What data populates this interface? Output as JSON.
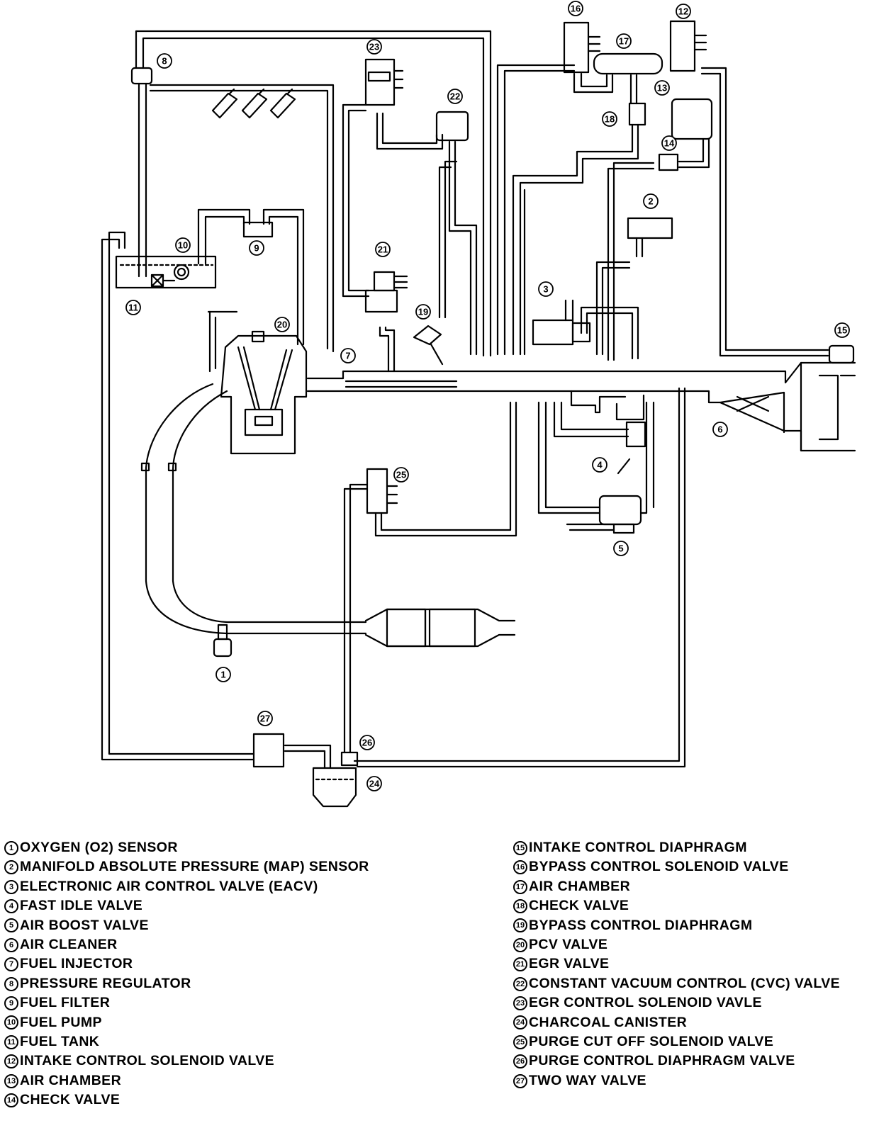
{
  "callouts": [
    "1",
    "2",
    "3",
    "4",
    "5",
    "6",
    "7",
    "8",
    "9",
    "10",
    "11",
    "12",
    "13",
    "14",
    "15",
    "16",
    "17",
    "18",
    "19",
    "20",
    "21",
    "22",
    "23",
    "24",
    "25",
    "26",
    "27"
  ],
  "legend_left": [
    {
      "num": "1",
      "label": "OXYGEN (O2) SENSOR"
    },
    {
      "num": "2",
      "label": "MANIFOLD ABSOLUTE PRESSURE (MAP) SENSOR"
    },
    {
      "num": "3",
      "label": "ELECTRONIC AIR CONTROL VALVE (EACV)"
    },
    {
      "num": "4",
      "label": "FAST IDLE VALVE"
    },
    {
      "num": "5",
      "label": "AIR BOOST VALVE"
    },
    {
      "num": "6",
      "label": "AIR CLEANER"
    },
    {
      "num": "7",
      "label": "FUEL INJECTOR"
    },
    {
      "num": "8",
      "label": "PRESSURE REGULATOR"
    },
    {
      "num": "9",
      "label": "FUEL FILTER"
    },
    {
      "num": "10",
      "label": "FUEL PUMP"
    },
    {
      "num": "11",
      "label": "FUEL TANK"
    },
    {
      "num": "12",
      "label": "INTAKE CONTROL SOLENOID VALVE"
    },
    {
      "num": "13",
      "label": "AIR CHAMBER"
    },
    {
      "num": "14",
      "label": "CHECK VALVE"
    }
  ],
  "legend_right": [
    {
      "num": "15",
      "label": "INTAKE CONTROL DIAPHRAGM"
    },
    {
      "num": "16",
      "label": "BYPASS CONTROL SOLENOID VALVE"
    },
    {
      "num": "17",
      "label": "AIR CHAMBER"
    },
    {
      "num": "18",
      "label": "CHECK VALVE"
    },
    {
      "num": "19",
      "label": "BYPASS CONTROL DIAPHRAGM"
    },
    {
      "num": "20",
      "label": "PCV VALVE"
    },
    {
      "num": "21",
      "label": "EGR VALVE"
    },
    {
      "num": "22",
      "label": "CONSTANT VACUUM CONTROL (CVC) VALVE"
    },
    {
      "num": "23",
      "label": "EGR CONTROL SOLENOID VAVLE"
    },
    {
      "num": "24",
      "label": "CHARCOAL CANISTER"
    },
    {
      "num": "25",
      "label": "PURGE CUT OFF SOLENOID VALVE"
    },
    {
      "num": "26",
      "label": "PURGE CONTROL DIAPHRAGM VALVE"
    },
    {
      "num": "27",
      "label": "TWO WAY VALVE"
    }
  ]
}
